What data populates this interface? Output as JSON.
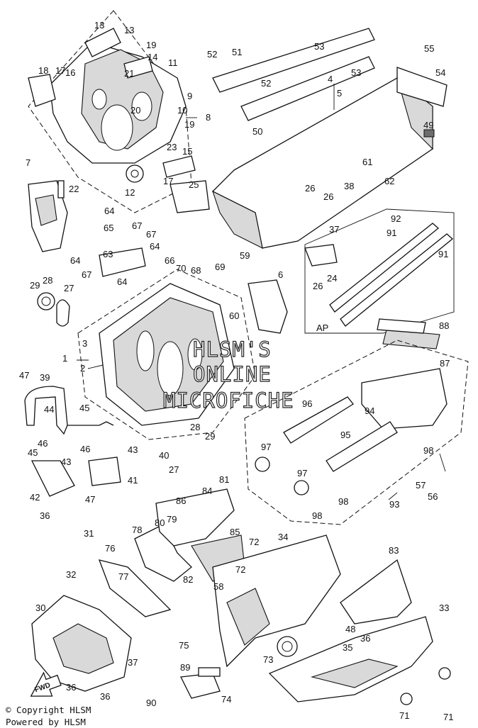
{
  "watermark": {
    "line1": "HLSM'S",
    "line2": "ONLINE",
    "line3": "MICROFICHE"
  },
  "footer": {
    "copyright": "© Copyright HLSM",
    "powered": "Powered by HLSM"
  },
  "inset_label": "AP",
  "fwd_label": "FWD",
  "callouts": [
    "1",
    "2",
    "3",
    "4",
    "5",
    "6",
    "7",
    "8",
    "9",
    "10",
    "11",
    "12",
    "13",
    "13",
    "14",
    "15",
    "16",
    "17",
    "17",
    "18",
    "19",
    "19",
    "20",
    "21",
    "22",
    "23",
    "24",
    "25",
    "26",
    "26",
    "26",
    "27",
    "27",
    "28",
    "28",
    "29",
    "29",
    "30",
    "31",
    "32",
    "33",
    "34",
    "35",
    "36",
    "36",
    "36",
    "36",
    "37",
    "37",
    "38",
    "39",
    "40",
    "41",
    "42",
    "43",
    "43",
    "44",
    "45",
    "45",
    "46",
    "46",
    "47",
    "47",
    "48",
    "49",
    "50",
    "51",
    "52",
    "52",
    "53",
    "53",
    "54",
    "55",
    "56",
    "57",
    "58",
    "59",
    "60",
    "61",
    "62",
    "63",
    "64",
    "64",
    "64",
    "64",
    "65",
    "66",
    "67",
    "67",
    "67",
    "68",
    "69",
    "70",
    "71",
    "71",
    "72",
    "72",
    "73",
    "74",
    "75",
    "76",
    "77",
    "78",
    "79",
    "80",
    "81",
    "82",
    "83",
    "84",
    "85",
    "86",
    "87",
    "88",
    "89",
    "90",
    "91",
    "91",
    "92",
    "93",
    "94",
    "95",
    "96",
    "97",
    "97",
    "98",
    "98",
    "98"
  ]
}
